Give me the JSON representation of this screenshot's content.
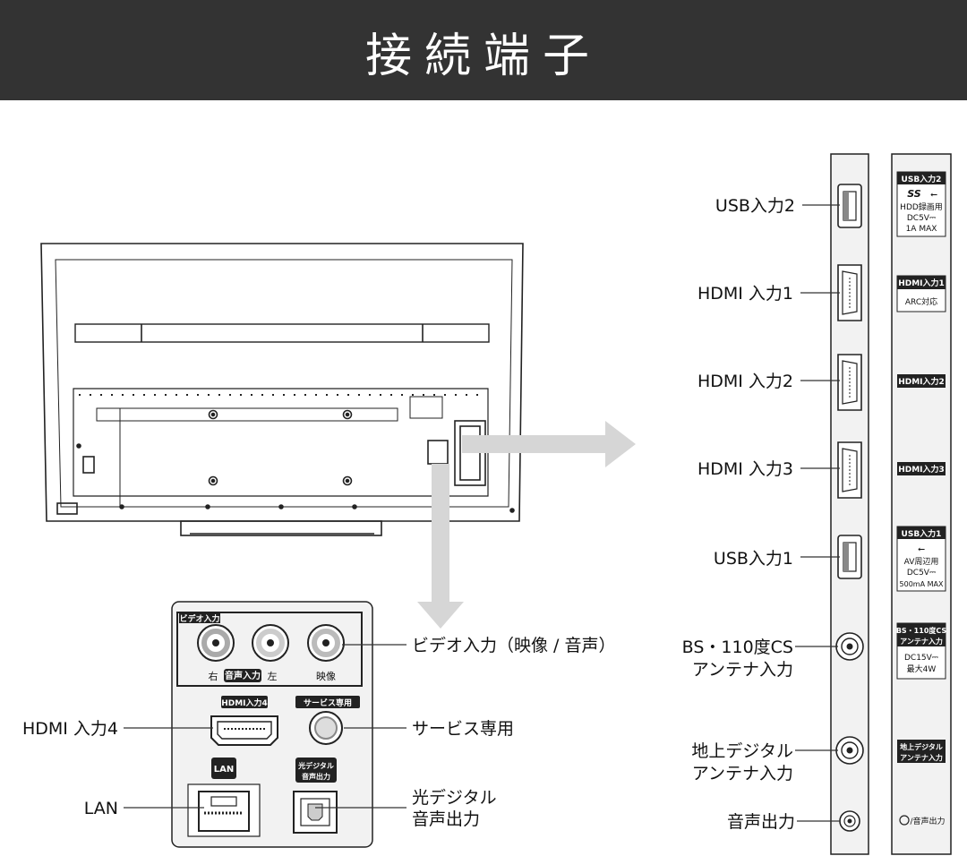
{
  "header": {
    "title": "接続端子"
  },
  "side_panel": {
    "callouts": {
      "usb2": "USB入力2",
      "hdmi1": "HDMI 入力1",
      "hdmi2": "HDMI 入力2",
      "hdmi3": "HDMI 入力3",
      "usb1": "USB入力1",
      "bs_line1": "BS・110度CS",
      "bs_line2": "アンテナ入力",
      "terr_line1": "地上デジタル",
      "terr_line2": "アンテナ入力",
      "audio_out": "音声出力"
    },
    "labels": {
      "usb2_title": "USB入力2",
      "usb2_ss": "SS",
      "usb2_l1": "HDD録画用",
      "usb2_l2": "DC5V⎓",
      "usb2_l3": "1A MAX",
      "hdmi1_title": "HDMI入力1",
      "hdmi1_sub": "ARC対応",
      "hdmi2_title": "HDMI入力2",
      "hdmi3_title": "HDMI入力3",
      "usb1_title": "USB入力1",
      "usb1_l1": "AV周辺用",
      "usb1_l2": "DC5V⎓",
      "usb1_l3": "500mA MAX",
      "bs_t1": "BS・110度CS",
      "bs_t2": "アンテナ入力",
      "bs_l1": "DC15V⎓",
      "bs_l2": "最大4W",
      "terr_t1": "地上デジタル",
      "terr_t2": "アンテナ入力",
      "audio_label": "/音声出力"
    }
  },
  "bottom_panel": {
    "video_group_label": "ビデオ入力",
    "right_label": "右",
    "audio_in_label": "音声入力",
    "left_label": "左",
    "video_label": "映像",
    "hdmi4_tag": "HDMI入力4",
    "service_tag": "サービス専用",
    "lan_tag": "LAN",
    "optical_tag_l1": "光デジタル",
    "optical_tag_l2": "音声出力",
    "callouts": {
      "video_in": "ビデオ入力（映像 / 音声）",
      "service": "サービス専用",
      "hdmi4": "HDMI 入力4",
      "lan": "LAN",
      "optical_l1": "光デジタル",
      "optical_l2": "音声出力"
    }
  },
  "colors": {
    "header_bg": "#333333",
    "arrow": "#d6d6d6",
    "panel_stroke": "#222222"
  }
}
